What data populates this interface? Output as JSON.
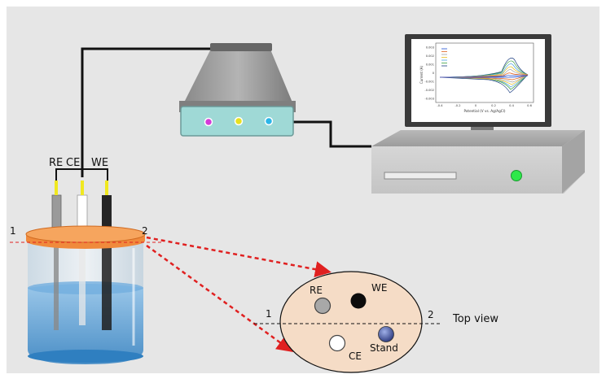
{
  "electrodes": {
    "re": "RE",
    "ce": "CE",
    "we": "WE"
  },
  "section_markers": {
    "left": "1",
    "right": "2"
  },
  "top_view": {
    "title": "Top view",
    "marker_left": "1",
    "marker_right": "2",
    "re": "RE",
    "we": "WE",
    "ce": "CE",
    "stand": "Stand"
  },
  "potentiostat": {
    "indicators": [
      "magenta",
      "yellow",
      "cyan"
    ]
  },
  "monitor_plot": {
    "y_axis_label": "Current (A)",
    "x_axis_label": "Potential (V vs. Ag/AgCl)",
    "y_ticks": [
      "0.003",
      "0.002",
      "0.001",
      "0",
      "-0.001",
      "-0.002",
      "-0.003"
    ],
    "x_ticks": [
      "-0.4",
      "-0.2",
      "0",
      "0.2",
      "0.4",
      "0.6"
    ]
  },
  "colors": {
    "background": "#e6e6e6",
    "lid": "#f08a3c",
    "electrolyte": "#5fa3d6",
    "dashed_arrow": "#e02020",
    "computer_case": "#d0d0d0",
    "power_led": "#2ee84a",
    "potentiostat_panel": "#9fd9d6"
  }
}
